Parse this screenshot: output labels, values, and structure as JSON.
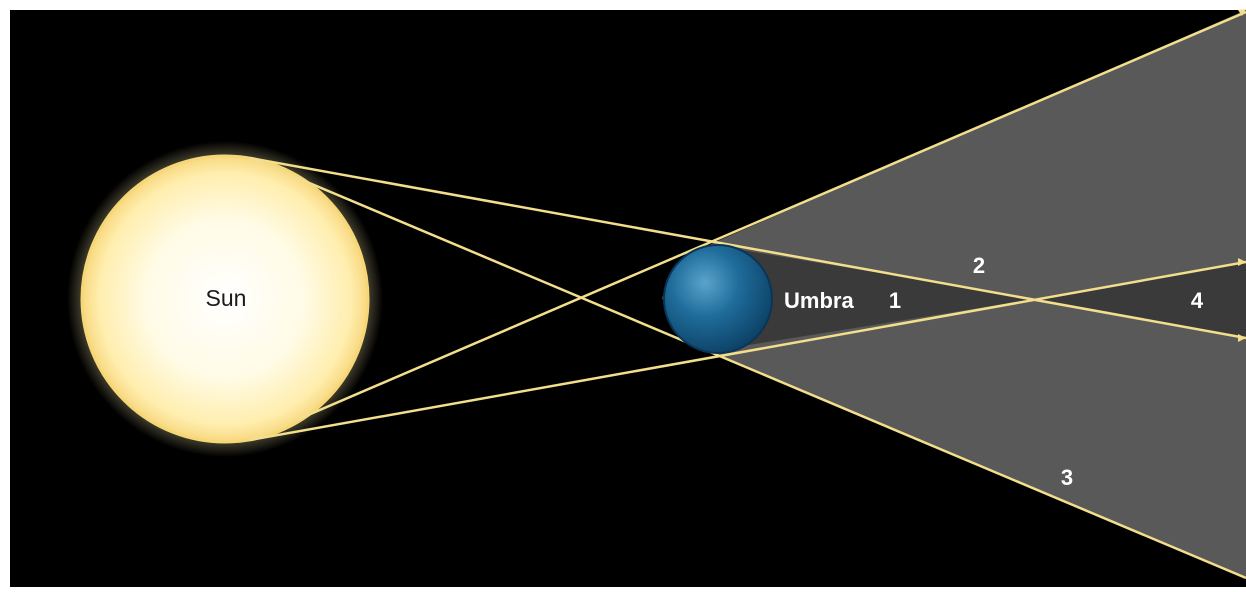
{
  "diagram": {
    "labels": {
      "sun": "Sun",
      "umbra": "Umbra",
      "region_1": "1",
      "region_2": "2",
      "region_3": "3",
      "region_4": "4"
    },
    "colors": {
      "background": "#000000",
      "sun_fill": "#fff6c8",
      "sun_rim": "#f6d777",
      "ray": "#f2de8c",
      "earth": "#1e6796",
      "penumbra": "#595959",
      "umbra": "#3a3a3a",
      "label": "#ffffff"
    }
  }
}
